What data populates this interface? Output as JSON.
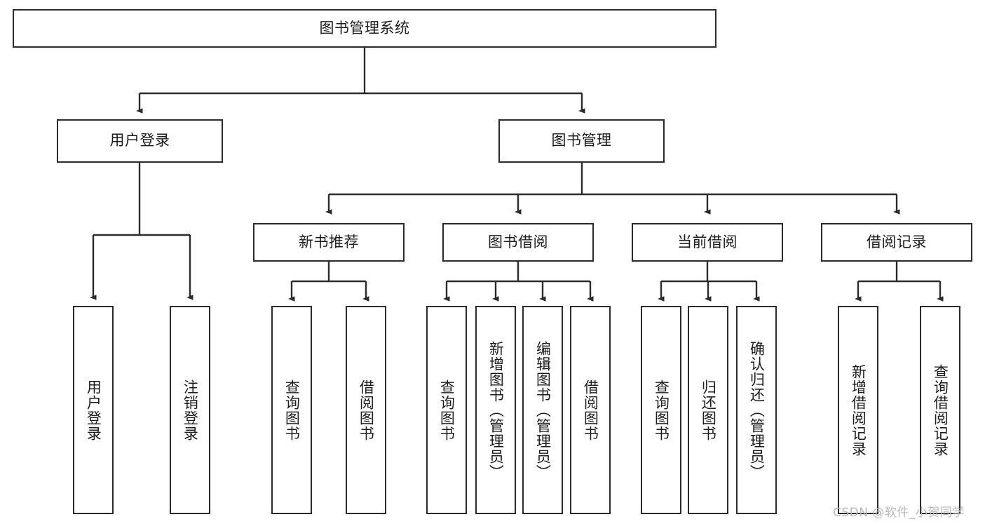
{
  "diagram": {
    "title": "图书管理系统",
    "style": {
      "box_border_color": "#2b2b2b",
      "box_fill_color": "#ffffff",
      "line_color": "#2b2b2b",
      "text_color": "#1d1d1d",
      "background_color": "#ffffff"
    },
    "root": {
      "id": "root",
      "label": "图书管理系统"
    },
    "level2": [
      {
        "id": "user-login",
        "label": "用户登录"
      },
      {
        "id": "book-manage",
        "label": "图书管理"
      }
    ],
    "level3": [
      {
        "id": "new-book-recommend",
        "label": "新书推荐"
      },
      {
        "id": "book-borrow",
        "label": "图书借阅"
      },
      {
        "id": "current-borrow",
        "label": "当前借阅"
      },
      {
        "id": "borrow-record",
        "label": "借阅记录"
      }
    ],
    "leaves": {
      "user_login": [
        {
          "id": "leaf-user-login",
          "label": "用户登录"
        },
        {
          "id": "leaf-logout-login",
          "label": "注销登录"
        }
      ],
      "new_book_recommend": [
        {
          "id": "leaf-query-book-1",
          "label": "查询图书"
        },
        {
          "id": "leaf-borrow-book-1",
          "label": "借阅图书"
        }
      ],
      "book_borrow": [
        {
          "id": "leaf-query-book-2",
          "label": "查询图书"
        },
        {
          "id": "leaf-add-book",
          "label": "新增图书（管理员）"
        },
        {
          "id": "leaf-edit-book",
          "label": "编辑图书（管理员）"
        },
        {
          "id": "leaf-borrow-book-2",
          "label": "借阅图书"
        }
      ],
      "current_borrow": [
        {
          "id": "leaf-query-book-3",
          "label": "查询图书"
        },
        {
          "id": "leaf-return-book",
          "label": "归还图书"
        },
        {
          "id": "leaf-confirm-return",
          "label": "确认归还（管理员）"
        }
      ],
      "borrow_record": [
        {
          "id": "leaf-add-borrow-record",
          "label": "新增借阅记录"
        },
        {
          "id": "leaf-query-borrow-record",
          "label": "查询借阅记录"
        }
      ]
    }
  },
  "watermark": {
    "text": "CSDN @软件_小贺同学"
  }
}
